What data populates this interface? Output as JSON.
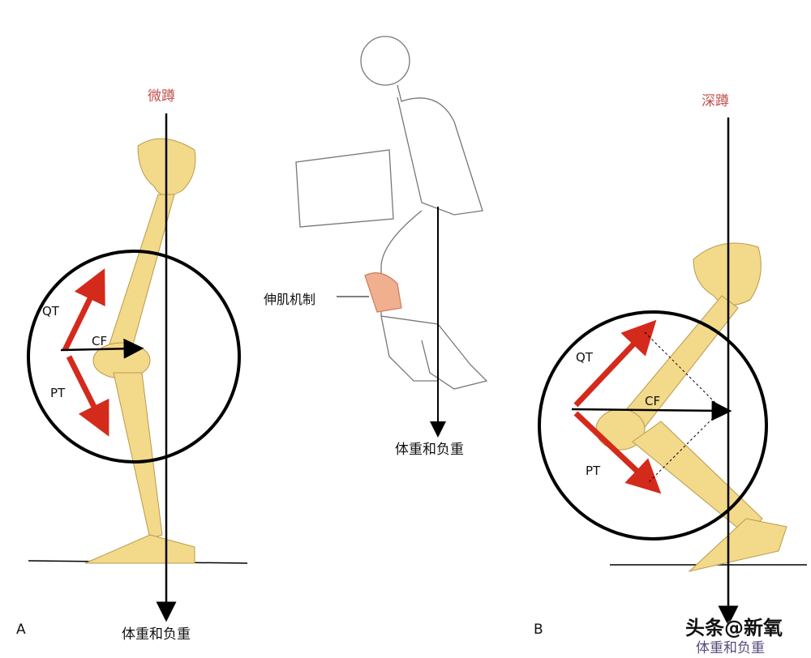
{
  "panel_a": {
    "letter": "A",
    "title": "微蹲",
    "qt": "QT",
    "cf": "CF",
    "pt": "PT",
    "load": "体重和负重"
  },
  "center": {
    "label": "伸肌机制",
    "load": "体重和负重"
  },
  "panel_b": {
    "letter": "B",
    "title": "深蹲",
    "qt": "QT",
    "cf": "CF",
    "pt": "PT",
    "load": "体重和负重"
  },
  "watermark": "头条@新氧",
  "colors": {
    "bone": "#f3d98a",
    "arrow_red": "#d42a1c",
    "title_red": "#c0504d",
    "line": "#000000"
  }
}
